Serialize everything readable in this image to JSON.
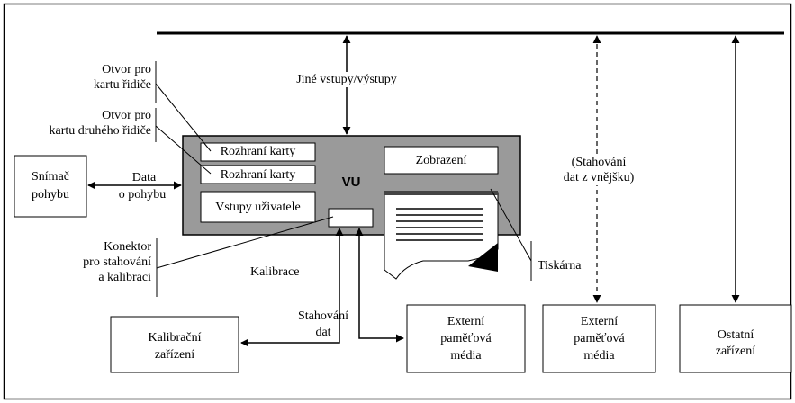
{
  "labels": {
    "jine_vstupy": "Jiné vstupy/výstupy",
    "otvor1_line1": "Otvor pro",
    "otvor1_line2": "kartu řidiče",
    "otvor2_line1": "Otvor pro",
    "otvor2_line2": "kartu druhého řidiče",
    "rozhrani1": "Rozhraní karty",
    "rozhrani2": "Rozhraní karty",
    "zobrazeni": "Zobrazení",
    "vu": "VU",
    "vstupy_uzivatele": "Vstupy uživatele",
    "snimac_line1": "Snímač",
    "snimac_line2": "pohybu",
    "data_line1": "Data",
    "data_line2": "o pohybu",
    "stahovani_venku_line1": "(Stahování",
    "stahovani_venku_line2": "dat z vnějšku)",
    "konektor_line1": "Konektor",
    "konektor_line2": "pro stahování",
    "konektor_line3": "a kalibraci",
    "tiskarna": "Tiskárna",
    "kalibrace": "Kalibrace",
    "stahovani_line1": "Stahování",
    "stahovani_line2": "dat",
    "kalibracni_line1": "Kalibrační",
    "kalibracni_line2": "zařízení",
    "externi1_line1": "Externí",
    "externi1_line2": "paměťová",
    "externi1_line3": "média",
    "externi2_line1": "Externí",
    "externi2_line2": "paměťová",
    "externi2_line3": "média",
    "ostatni_line1": "Ostatní",
    "ostatni_line2": "zařízení"
  },
  "colors": {
    "vu_fill": "#9a9a9a",
    "line": "#000000",
    "paper": "#ffffff"
  }
}
